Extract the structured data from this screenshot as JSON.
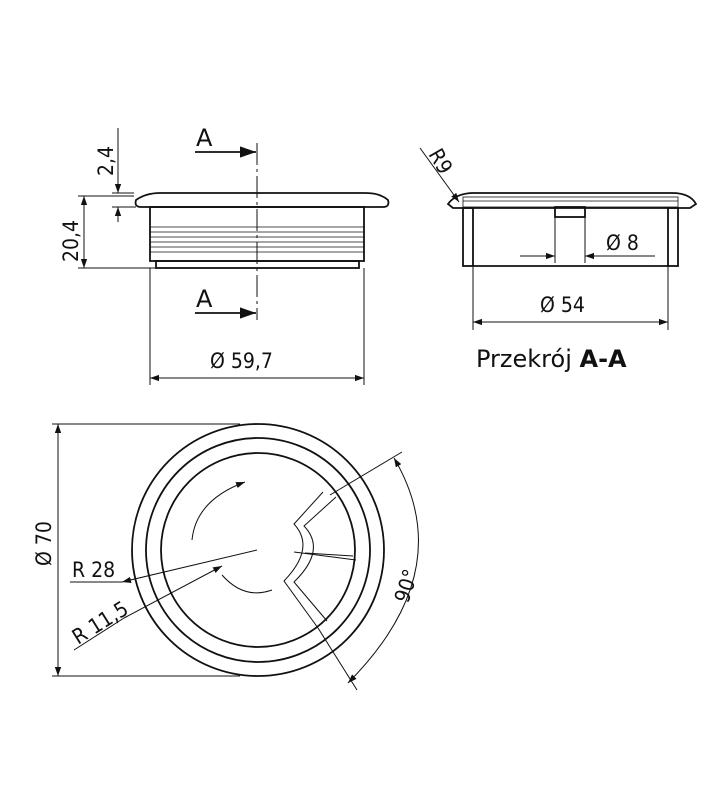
{
  "side_view": {
    "section_marker_top": "A",
    "section_marker_bottom": "A",
    "dim_lip_thickness": "2,4",
    "dim_height": "20,4",
    "dim_outer_diameter": "Ø 59,7"
  },
  "section_view": {
    "dim_radius": "R9",
    "dim_hole_diameter": "Ø 8",
    "dim_inner_diameter": "Ø 54",
    "caption_prefix": "Przekrój ",
    "caption_bold": "A-A"
  },
  "top_view": {
    "dim_cap_diameter": "Ø 70",
    "dim_outer_radius": "R 28",
    "dim_inner_radius": "R 11,5",
    "dim_angle": "90°"
  }
}
